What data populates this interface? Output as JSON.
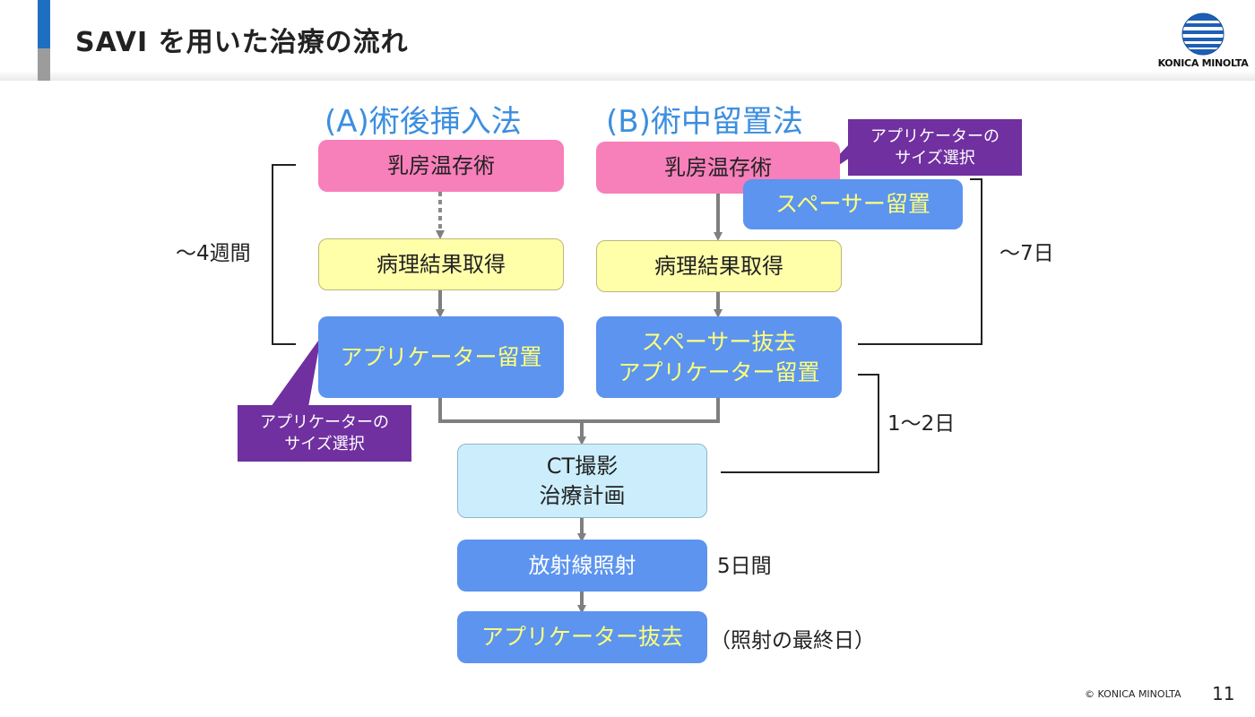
{
  "header": {
    "title": "SAVI を用いた治療の流れ",
    "logo_text": "KONICA MINOLTA"
  },
  "flow": {
    "col_a_title": "(A)術後挿入法",
    "col_b_title": "(B)術中留置法",
    "a_step1": "乳房温存術",
    "a_step2": "病理結果取得",
    "a_step3": "アプリケーター留置",
    "b_step1": "乳房温存術",
    "b_spacer": "スペーサー留置",
    "b_step2": "病理結果取得",
    "b_step3_line1": "スペーサー抜去",
    "b_step3_line2": "アプリケーター留置",
    "ct_line1": "CT撮影",
    "ct_line2": "治療計画",
    "radiation": "放射線照射",
    "removal": "アプリケーター抜去"
  },
  "callouts": {
    "top_line1": "アプリケーターの",
    "top_line2": "サイズ選択",
    "left_line1": "アプリケーターの",
    "left_line2": "サイズ選択"
  },
  "durations": {
    "a_weeks": "～4週間",
    "b_days": "～7日",
    "to_ct": "1～2日",
    "radiation_days": "5日間",
    "removal_note": "（照射の最終日）"
  },
  "footer": {
    "copyright": "© KONICA MINOLTA",
    "page": "11"
  },
  "colors": {
    "pink": "#f77fba",
    "yellow": "#ffffaa",
    "blue": "#5c94ef",
    "light_blue": "#cceefc",
    "purple": "#7030a0",
    "title_blue": "#3c8ee0",
    "accent_text": "#ffff7a"
  }
}
